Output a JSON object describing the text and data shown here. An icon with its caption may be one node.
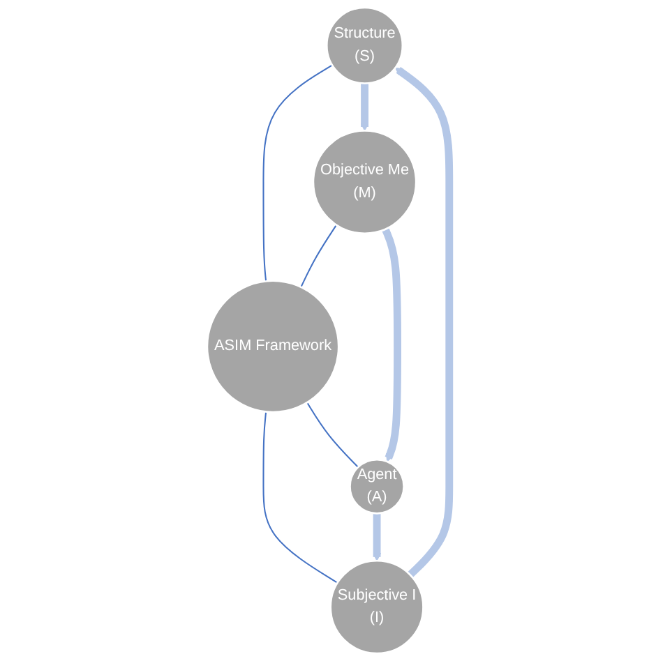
{
  "diagram": {
    "nodes": [
      {
        "text": [
          "Structure",
          "(S)"
        ]
      },
      {
        "text": [
          "Objective Me",
          "(M)"
        ]
      },
      {
        "text": [
          "ASIM Framework"
        ]
      },
      {
        "text": [
          "Subjective I",
          "(I)"
        ]
      },
      {
        "text": [
          "Agent",
          "(A)"
        ]
      }
    ],
    "edges": [
      {
        "from": 0,
        "to": 2,
        "arrow": "none"
      },
      {
        "from": 1,
        "to": 2,
        "arrow": "none"
      },
      {
        "from": 2,
        "to": 3,
        "arrow": "none"
      },
      {
        "from": 2,
        "to": 4,
        "arrow": "none"
      },
      {
        "from": 0,
        "to": 1,
        "arrow": "to",
        "style": "thick",
        "color": "#b4c7e7"
      },
      {
        "from": 1,
        "to": 4,
        "arrow": "to",
        "style": "thick",
        "color": "#b4c7e7"
      },
      {
        "from": 4,
        "to": 3,
        "arrow": "to",
        "style": "thick",
        "color": "#b4c7e7"
      },
      {
        "from": 3,
        "to": 0,
        "arrow": "to",
        "style": "thick",
        "color": "#b4c7e7"
      }
    ]
  }
}
